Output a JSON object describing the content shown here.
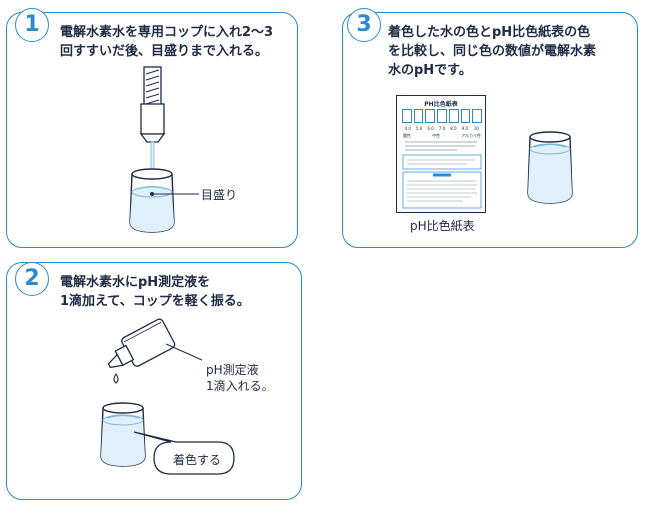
{
  "steps": [
    {
      "number": "1",
      "lines": [
        "電解水素水を専用コップに入れ2～3",
        "回すすいだ後、目盛りまで入れる。"
      ],
      "label": "目盛り"
    },
    {
      "number": "2",
      "lines": [
        "電解水素水にpH測定液を",
        "1滴加えて、コップを軽く振る。"
      ],
      "dropper_label": [
        "pH測定液",
        "1滴入れる。"
      ],
      "bubble_label": "着色する"
    },
    {
      "number": "3",
      "lines": [
        "着色した水の色とpH比色紙表の色",
        "を比較し、同じ色の数値が電解水素",
        "水のpHです。"
      ],
      "chart_caption": "pH比色紙表",
      "chart_title": "PH比色紙表",
      "scale_values": [
        "4.0",
        "5.0",
        "6.0",
        "7.0",
        "8.0",
        "9.0",
        "10"
      ],
      "scale_words": [
        "酸性",
        "中性",
        "アルカリ性"
      ]
    }
  ],
  "colors": {
    "accent": "#2a8ccf",
    "line": "#1f2a44",
    "water": "#dff0fa"
  }
}
